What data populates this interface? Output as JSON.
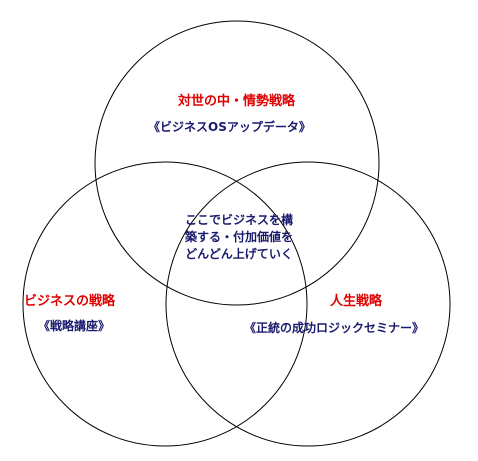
{
  "colors": {
    "title": "#e00000",
    "subtitle": "#1a1a6e",
    "center_text": "#1a1a6e",
    "circle_stroke": "#000000",
    "background": "#ffffff"
  },
  "top_circle": {
    "title": "対世の中・情勢戦略",
    "subtitle": "《ビジネスOSアップデータ》"
  },
  "left_circle": {
    "title": "ビジネスの戦略",
    "subtitle": "《戦略講座》"
  },
  "right_circle": {
    "title": "人生戦略",
    "subtitle": "《正統の成功ロジックセミナー》"
  },
  "center": {
    "line1": "ここでビジネスを構",
    "line2": "築する・付加価値を",
    "line3": "どんどん上げていく"
  }
}
